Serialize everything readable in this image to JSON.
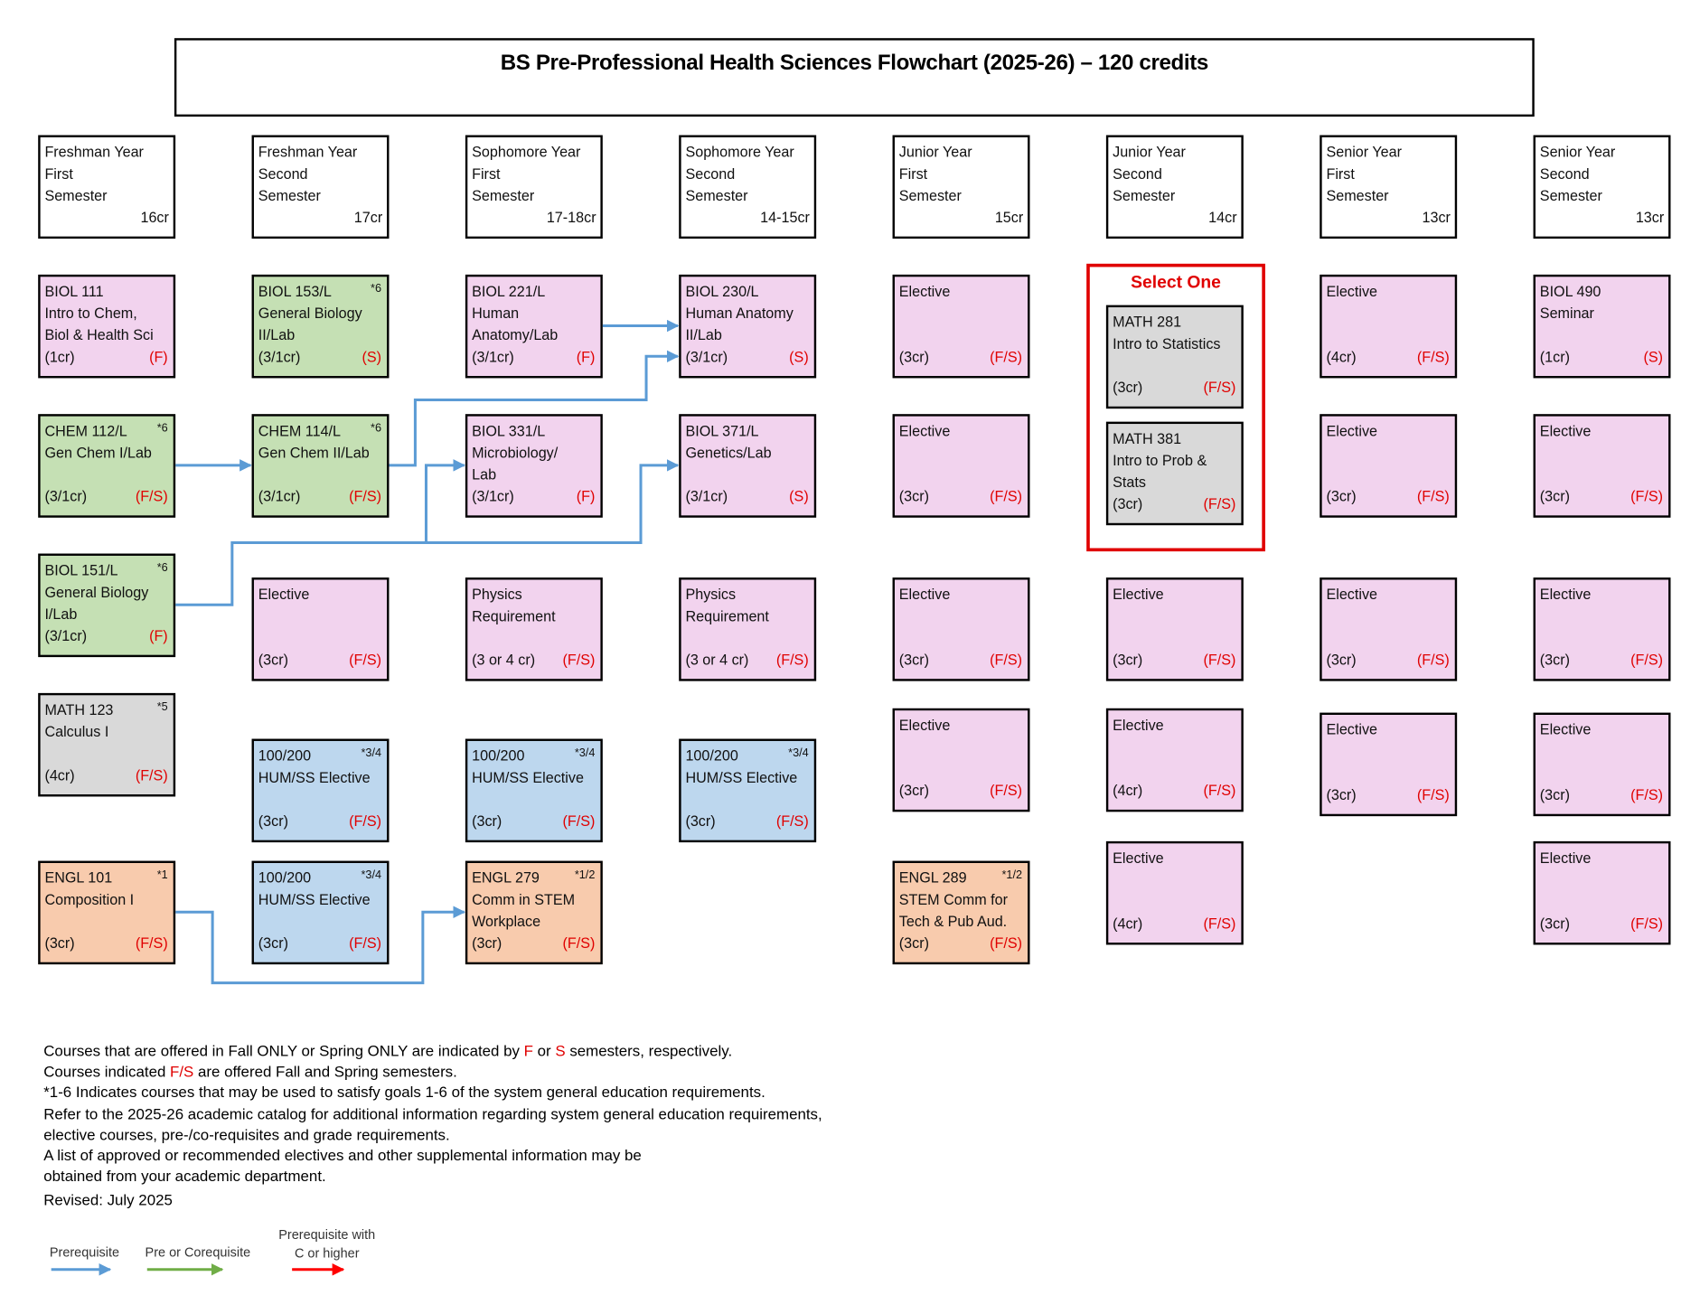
{
  "title": "BS Pre-Professional Health Sciences Flowchart (2025-26) – 120 credits",
  "semesters": [
    {
      "lines": [
        "Freshman Year",
        "First",
        "Semester"
      ],
      "credits": "16cr"
    },
    {
      "lines": [
        "Freshman Year",
        "Second",
        "Semester"
      ],
      "credits": "17cr"
    },
    {
      "lines": [
        "Sophomore Year",
        "First",
        "Semester"
      ],
      "credits": "17-18cr"
    },
    {
      "lines": [
        "Sophomore Year",
        "Second",
        "Semester"
      ],
      "credits": "14-15cr"
    },
    {
      "lines": [
        "Junior Year",
        "First",
        "Semester"
      ],
      "credits": "15cr"
    },
    {
      "lines": [
        "Junior Year",
        "Second",
        "Semester"
      ],
      "credits": "14cr"
    },
    {
      "lines": [
        "Senior Year",
        "First",
        "Semester"
      ],
      "credits": "13cr"
    },
    {
      "lines": [
        "Senior Year",
        "Second",
        "Semester"
      ],
      "credits": "13cr"
    }
  ],
  "colors": {
    "pink": "#f2d3ee",
    "green": "#c5e0b4",
    "gray": "#d9d9d9",
    "blue": "#bdd7ee",
    "orange": "#f8cbad",
    "arrow": "#5b9bd5",
    "red": "#e00000"
  },
  "select_one_label": "Select One",
  "courses": [
    {
      "code": "BIOL 111",
      "sup": "",
      "lines": [
        "Intro to Chem,",
        "Biol & Health Sci"
      ],
      "credits": "(1cr)",
      "offered": "(F)",
      "color": "pink"
    },
    {
      "code": "CHEM 112/L",
      "sup": "*6",
      "lines": [
        "Gen Chem I/Lab",
        ""
      ],
      "credits": "(3/1cr)",
      "offered": "(F/S)",
      "color": "green"
    },
    {
      "code": "BIOL 151/L",
      "sup": "*6",
      "lines": [
        "General Biology",
        "I/Lab"
      ],
      "credits": "(3/1cr)",
      "offered": "(F)",
      "color": "green"
    },
    {
      "code": "MATH 123",
      "sup": "*5",
      "lines": [
        "Calculus I",
        ""
      ],
      "credits": "(4cr)",
      "offered": "(F/S)",
      "color": "gray"
    },
    {
      "code": "ENGL 101",
      "sup": "*1",
      "lines": [
        "Composition I",
        ""
      ],
      "credits": "(3cr)",
      "offered": "(F/S)",
      "color": "orange"
    },
    {
      "code": "BIOL 153/L",
      "sup": "*6",
      "lines": [
        "General Biology",
        "II/Lab"
      ],
      "credits": "(3/1cr)",
      "offered": "(S)",
      "color": "green"
    },
    {
      "code": "CHEM 114/L",
      "sup": "*6",
      "lines": [
        "Gen Chem II/Lab",
        ""
      ],
      "credits": "(3/1cr)",
      "offered": "(F/S)",
      "color": "green"
    },
    {
      "code": "Elective",
      "sup": "",
      "lines": [
        "",
        ""
      ],
      "credits": "(3cr)",
      "offered": "(F/S)",
      "color": "pink"
    },
    {
      "code": "100/200",
      "sup": "*3/4",
      "lines": [
        "HUM/SS Elective",
        ""
      ],
      "credits": "(3cr)",
      "offered": "(F/S)",
      "color": "blue"
    },
    {
      "code": "100/200",
      "sup": "*3/4",
      "lines": [
        "HUM/SS Elective",
        ""
      ],
      "credits": "(3cr)",
      "offered": "(F/S)",
      "color": "blue"
    },
    {
      "code": "BIOL 221/L",
      "sup": "",
      "lines": [
        "Human",
        "Anatomy/Lab"
      ],
      "credits": "(3/1cr)",
      "offered": "(F)",
      "color": "pink"
    },
    {
      "code": "BIOL 331/L",
      "sup": "",
      "lines": [
        "Microbiology/",
        "Lab"
      ],
      "credits": "(3/1cr)",
      "offered": "(F)",
      "color": "pink"
    },
    {
      "code": "Physics",
      "sup": "",
      "lines": [
        "Requirement",
        ""
      ],
      "credits": "(3 or 4 cr)",
      "offered": "(F/S)",
      "color": "pink"
    },
    {
      "code": "100/200",
      "sup": "*3/4",
      "lines": [
        "HUM/SS Elective",
        ""
      ],
      "credits": "(3cr)",
      "offered": "(F/S)",
      "color": "blue"
    },
    {
      "code": "ENGL 279",
      "sup": "*1/2",
      "lines": [
        "Comm in STEM",
        "Workplace"
      ],
      "credits": "(3cr)",
      "offered": "(F/S)",
      "color": "orange"
    },
    {
      "code": "BIOL 230/L",
      "sup": "",
      "lines": [
        "Human Anatomy",
        "II/Lab"
      ],
      "credits": "(3/1cr)",
      "offered": "(S)",
      "color": "pink"
    },
    {
      "code": "BIOL 371/L",
      "sup": "",
      "lines": [
        "Genetics/Lab",
        ""
      ],
      "credits": "(3/1cr)",
      "offered": "(S)",
      "color": "pink"
    },
    {
      "code": "Physics",
      "sup": "",
      "lines": [
        "Requirement",
        ""
      ],
      "credits": "(3 or 4 cr)",
      "offered": "(F/S)",
      "color": "pink"
    },
    {
      "code": "100/200",
      "sup": "*3/4",
      "lines": [
        "HUM/SS Elective",
        ""
      ],
      "credits": "(3cr)",
      "offered": "(F/S)",
      "color": "blue"
    },
    {
      "code": "Elective",
      "sup": "",
      "lines": [
        "",
        ""
      ],
      "credits": "(3cr)",
      "offered": "(F/S)",
      "color": "pink"
    },
    {
      "code": "Elective",
      "sup": "",
      "lines": [
        "",
        ""
      ],
      "credits": "(3cr)",
      "offered": "(F/S)",
      "color": "pink"
    },
    {
      "code": "Elective",
      "sup": "",
      "lines": [
        "",
        ""
      ],
      "credits": "(3cr)",
      "offered": "(F/S)",
      "color": "pink"
    },
    {
      "code": "Elective",
      "sup": "",
      "lines": [
        "",
        ""
      ],
      "credits": "(3cr)",
      "offered": "(F/S)",
      "color": "pink"
    },
    {
      "code": "ENGL 289",
      "sup": "*1/2",
      "lines": [
        "STEM Comm for",
        "Tech & Pub Aud."
      ],
      "credits": "(3cr)",
      "offered": "(F/S)",
      "color": "orange"
    },
    {
      "code": "MATH 281",
      "sup": "",
      "lines": [
        "Intro to Statistics",
        ""
      ],
      "credits": "(3cr)",
      "offered": "(F/S)",
      "color": "gray"
    },
    {
      "code": "MATH 381",
      "sup": "",
      "lines": [
        "Intro to Prob &",
        "Stats"
      ],
      "credits": "(3cr)",
      "offered": "(F/S)",
      "color": "gray"
    },
    {
      "code": "Elective",
      "sup": "",
      "lines": [
        "",
        ""
      ],
      "credits": "(3cr)",
      "offered": "(F/S)",
      "color": "pink"
    },
    {
      "code": "Elective",
      "sup": "",
      "lines": [
        "",
        ""
      ],
      "credits": "(4cr)",
      "offered": "(F/S)",
      "color": "pink"
    },
    {
      "code": "Elective",
      "sup": "",
      "lines": [
        "",
        ""
      ],
      "credits": "(4cr)",
      "offered": "(F/S)",
      "color": "pink"
    },
    {
      "code": "Elective",
      "sup": "",
      "lines": [
        "",
        ""
      ],
      "credits": "(4cr)",
      "offered": "(F/S)",
      "color": "pink"
    },
    {
      "code": "Elective",
      "sup": "",
      "lines": [
        "",
        ""
      ],
      "credits": "(3cr)",
      "offered": "(F/S)",
      "color": "pink"
    },
    {
      "code": "Elective",
      "sup": "",
      "lines": [
        "",
        ""
      ],
      "credits": "(3cr)",
      "offered": "(F/S)",
      "color": "pink"
    },
    {
      "code": "Elective",
      "sup": "",
      "lines": [
        "",
        ""
      ],
      "credits": "(3cr)",
      "offered": "(F/S)",
      "color": "pink"
    },
    {
      "code": "BIOL 490",
      "sup": "",
      "lines": [
        "Seminar",
        ""
      ],
      "credits": "(1cr)",
      "offered": "(S)",
      "color": "pink"
    },
    {
      "code": "Elective",
      "sup": "",
      "lines": [
        "",
        ""
      ],
      "credits": "(3cr)",
      "offered": "(F/S)",
      "color": "pink"
    },
    {
      "code": "Elective",
      "sup": "",
      "lines": [
        "",
        ""
      ],
      "credits": "(3cr)",
      "offered": "(F/S)",
      "color": "pink"
    },
    {
      "code": "Elective",
      "sup": "",
      "lines": [
        "",
        ""
      ],
      "credits": "(3cr)",
      "offered": "(F/S)",
      "color": "pink"
    },
    {
      "code": "Elective",
      "sup": "",
      "lines": [
        "",
        ""
      ],
      "credits": "(3cr)",
      "offered": "(F/S)",
      "color": "pink"
    }
  ],
  "notes": {
    "line1_a": "Courses that are offered in Fall ONLY or Spring ONLY are indicated by ",
    "line1_f": "F",
    "line1_b": " or ",
    "line1_s": "S",
    "line1_c": " semesters, respectively.",
    "line2_a": "Courses indicated ",
    "line2_fs": "F/S",
    "line2_b": " are offered Fall and Spring semesters.",
    "line3": "*1-6 Indicates courses that may be used to satisfy goals 1-6 of the system general education requirements.",
    "line4": "Refer to the 2025-26 academic catalog for additional information regarding system general education requirements,",
    "line5": "elective courses, pre-/co-requisites and grade requirements.",
    "line6": "A list of approved or recommended electives and other supplemental information may be",
    "line7": "obtained from your academic department.",
    "revised": "Revised: July 2025"
  },
  "legend": {
    "prerequisite": "Prerequisite",
    "pre_or_coreq": "Pre or Corequisite",
    "prereq_c_line1": "Prerequisite with",
    "prereq_c_line2": "C or higher",
    "colors": {
      "prerequisite": "#5b9bd5",
      "pre_or_coreq": "#70ad47",
      "prereq_c": "#ff0000"
    }
  }
}
